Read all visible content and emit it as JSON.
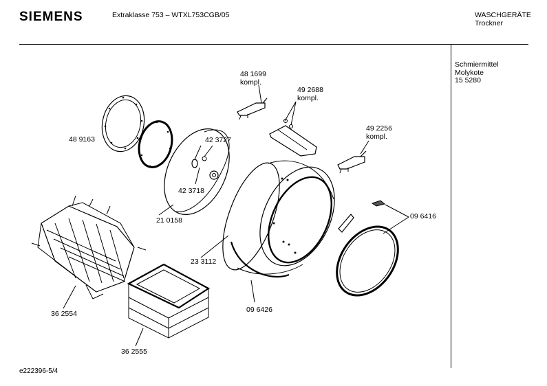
{
  "header": {
    "brand": "SIEMENS",
    "model": "Extraklasse 753 – WTXL753CGB/05",
    "category_line1": "WASCHGERÄTE",
    "category_line2": "Trockner"
  },
  "sidebar": {
    "line1": "Schmiermittel",
    "line2": "Molykote",
    "line3": "15 5280"
  },
  "parts": {
    "p481699": "48 1699",
    "p481699_note": "kompl.",
    "p492688": "49 2688",
    "p492688_note": "kompl.",
    "p492256": "49 2256",
    "p492256_note": "kompl.",
    "p489163": "48 9163",
    "p423727": "42 3727",
    "p423718": "42 3718",
    "p210158": "21 0158",
    "p096416": "09 6416",
    "p233112": "23 3112",
    "p096426": "09 6426",
    "p362554": "36 2554",
    "p362555": "36 2555"
  },
  "footer": {
    "doc_id": "e222396-5/4"
  }
}
